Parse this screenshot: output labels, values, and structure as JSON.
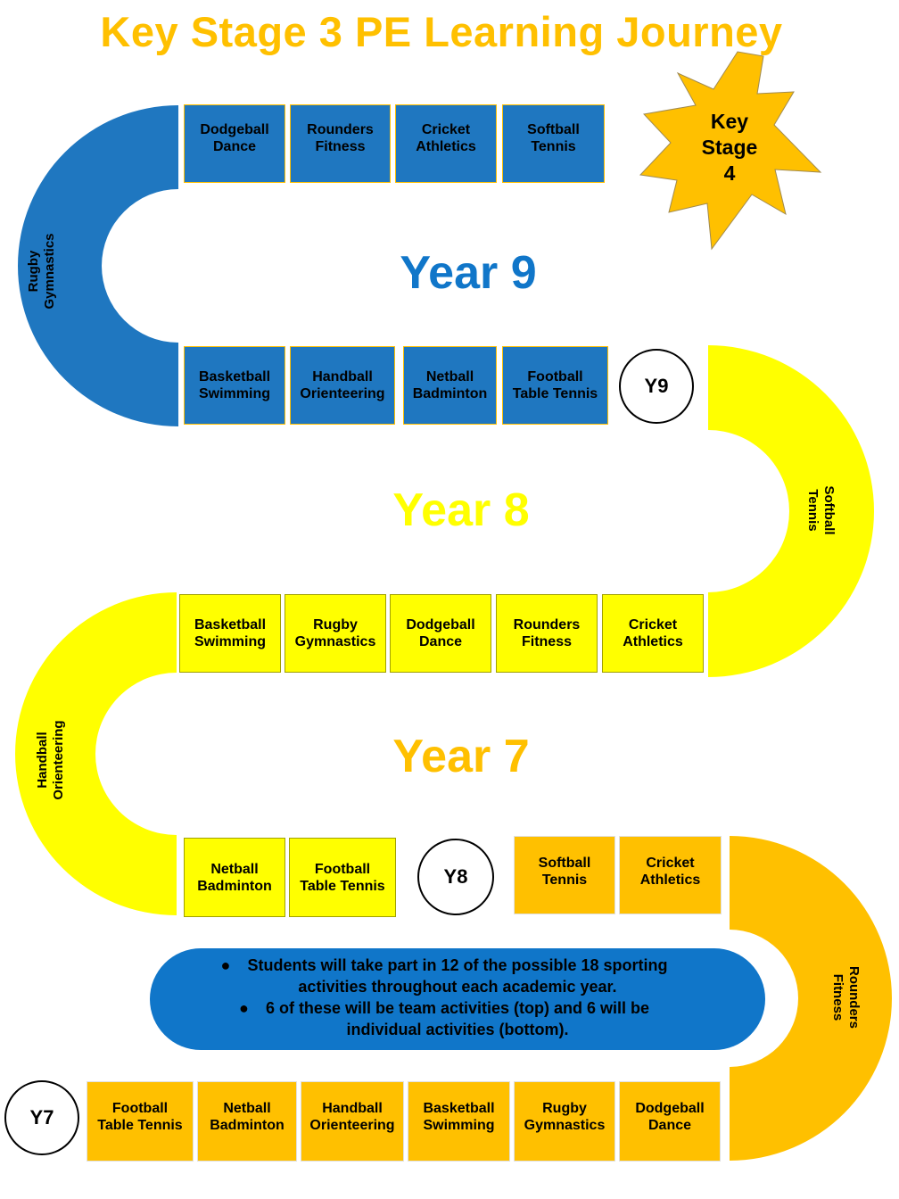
{
  "title": "Key Stage 3 PE Learning Journey",
  "colors": {
    "year9": "#1f77c0",
    "year8": "#ffff00",
    "year7": "#ffc000",
    "title": "#ffc000",
    "info": "#1076c9"
  },
  "key_stage": [
    "Key",
    "Stage",
    "4"
  ],
  "year_labels": {
    "y9": "Year 9",
    "y8": "Year 8",
    "y7": "Year 7"
  },
  "markers": {
    "y9": "Y9",
    "y8": "Y8",
    "y7": "Y7"
  },
  "year9": {
    "top": [
      [
        "Dodgeball",
        "Dance"
      ],
      [
        "Rounders",
        "Fitness"
      ],
      [
        "Cricket",
        "Athletics"
      ],
      [
        "Softball",
        "Tennis"
      ]
    ],
    "curve": [
      "Rugby",
      "Gymnastics"
    ],
    "bottom": [
      [
        "Basketball",
        "Swimming"
      ],
      [
        "Handball",
        "Orienteering"
      ],
      [
        "Netball",
        "Badminton"
      ],
      [
        "Football",
        "Table Tennis"
      ]
    ]
  },
  "year8": {
    "curve_right": [
      "Softball",
      "Tennis"
    ],
    "row": [
      [
        "Basketball",
        "Swimming"
      ],
      [
        "Rugby",
        "Gymnastics"
      ],
      [
        "Dodgeball",
        "Dance"
      ],
      [
        "Rounders",
        "Fitness"
      ],
      [
        "Cricket",
        "Athletics"
      ]
    ],
    "curve_left": [
      "Handball",
      "Orienteering"
    ],
    "bottom": [
      [
        "Netball",
        "Badminton"
      ],
      [
        "Football",
        "Table Tennis"
      ]
    ]
  },
  "year7": {
    "top": [
      [
        "Softball",
        "Tennis"
      ],
      [
        "Cricket",
        "Athletics"
      ]
    ],
    "curve": [
      "Rounders",
      "Fitness"
    ],
    "bottom": [
      [
        "Football",
        "Table Tennis"
      ],
      [
        "Netball",
        "Badminton"
      ],
      [
        "Handball",
        "Orienteering"
      ],
      [
        "Basketball",
        "Swimming"
      ],
      [
        "Rugby",
        "Gymnastics"
      ],
      [
        "Dodgeball",
        "Dance"
      ]
    ]
  },
  "info": [
    {
      "bullet": "●",
      "lines": [
        "Students will take part in 12 of the possible 18 sporting",
        "activities throughout each academic year."
      ]
    },
    {
      "bullet": "●",
      "lines": [
        "6 of these will be team activities (top) and 6 will be",
        "individual activities (bottom)."
      ]
    }
  ]
}
